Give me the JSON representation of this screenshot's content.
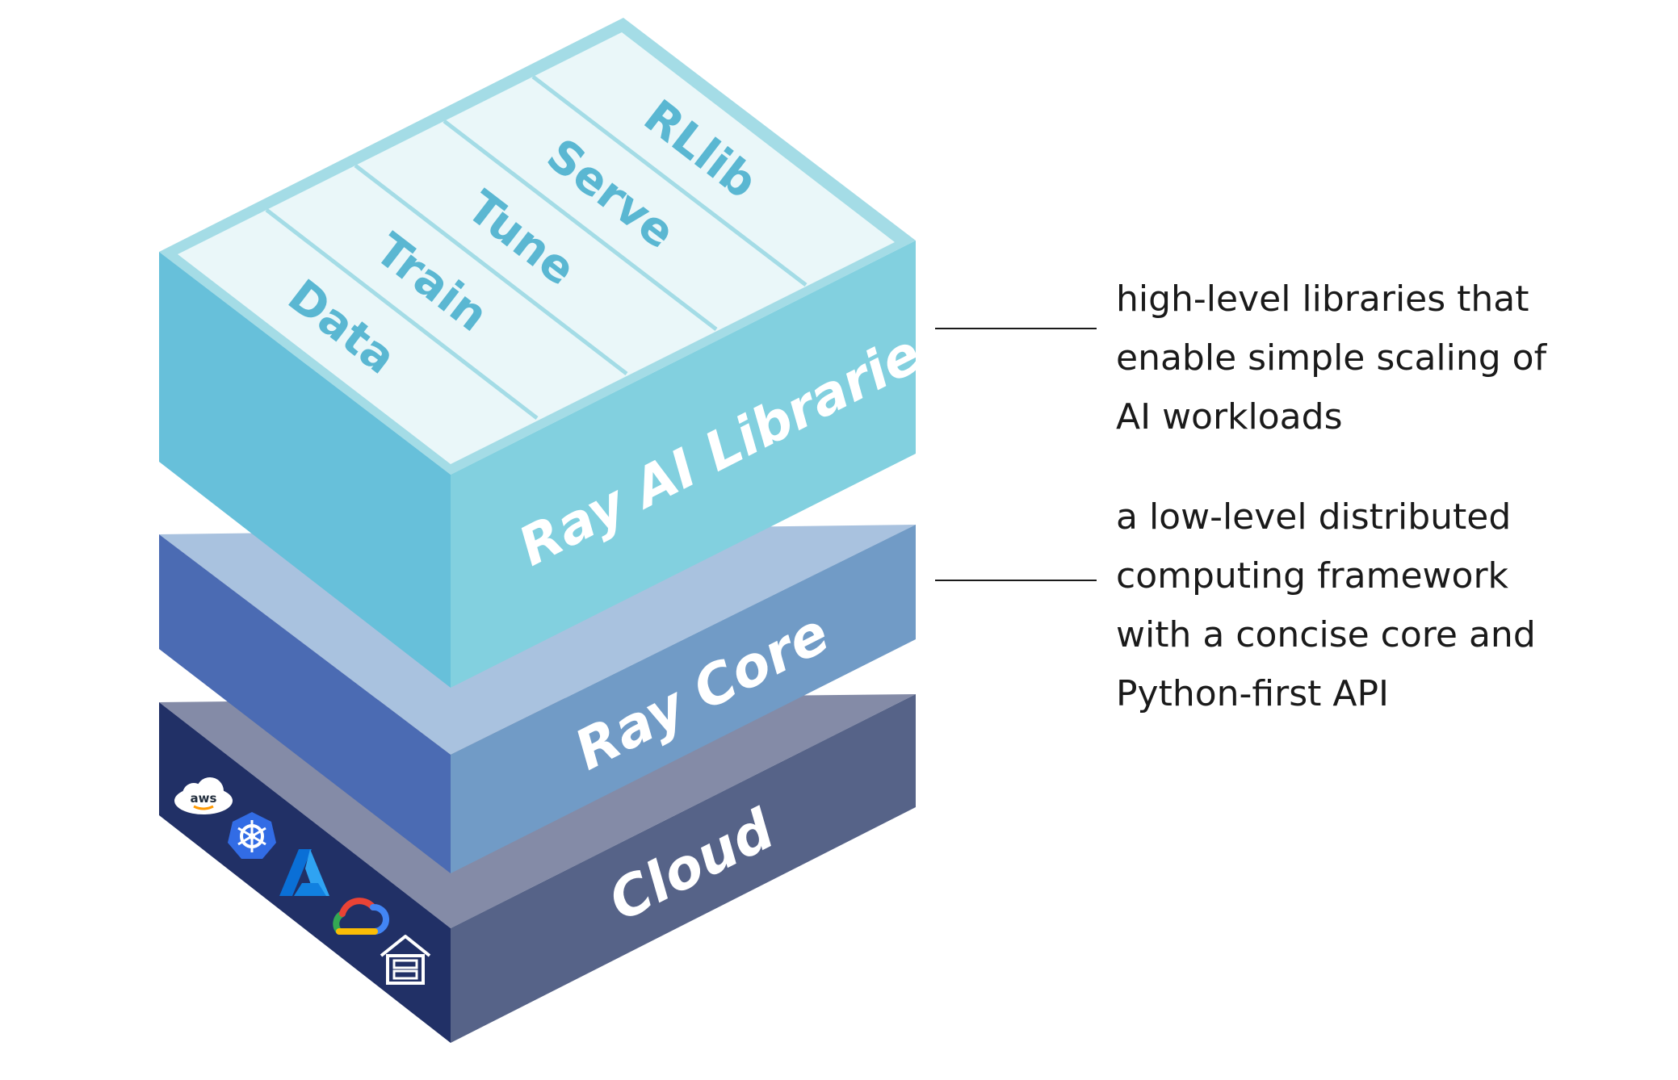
{
  "diagram": {
    "layers": [
      {
        "id": "ai-libraries",
        "label": "Ray AI Libraries"
      },
      {
        "id": "core",
        "label": "Ray Core"
      },
      {
        "id": "cloud",
        "label": "Cloud"
      }
    ],
    "libraries": [
      "Data",
      "Train",
      "Tune",
      "Serve",
      "RLlib"
    ],
    "cloud_providers": [
      {
        "name": "aws-icon",
        "text": "aws"
      },
      {
        "name": "kubernetes-icon"
      },
      {
        "name": "azure-icon"
      },
      {
        "name": "google-cloud-icon"
      },
      {
        "name": "on-premise-server-icon"
      }
    ],
    "descriptions": {
      "ai_libraries": [
        "high-level libraries that",
        "enable simple scaling of",
        "AI workloads"
      ],
      "core": [
        "a low-level distributed",
        "computing framework",
        "with a concise core and",
        "Python-first API"
      ]
    },
    "colors": {
      "lib_top": "#eaf7f9",
      "lib_rim": "#a4dce6",
      "lib_left": "#67c0da",
      "lib_right": "#82d0df",
      "lib_text": "#5ab7d2",
      "core_top": "#a9c2df",
      "core_left": "#4b6bb3",
      "core_right": "#719bc6",
      "cloud_top": "#848ba7",
      "cloud_left": "#213066",
      "cloud_right": "#566388"
    }
  }
}
